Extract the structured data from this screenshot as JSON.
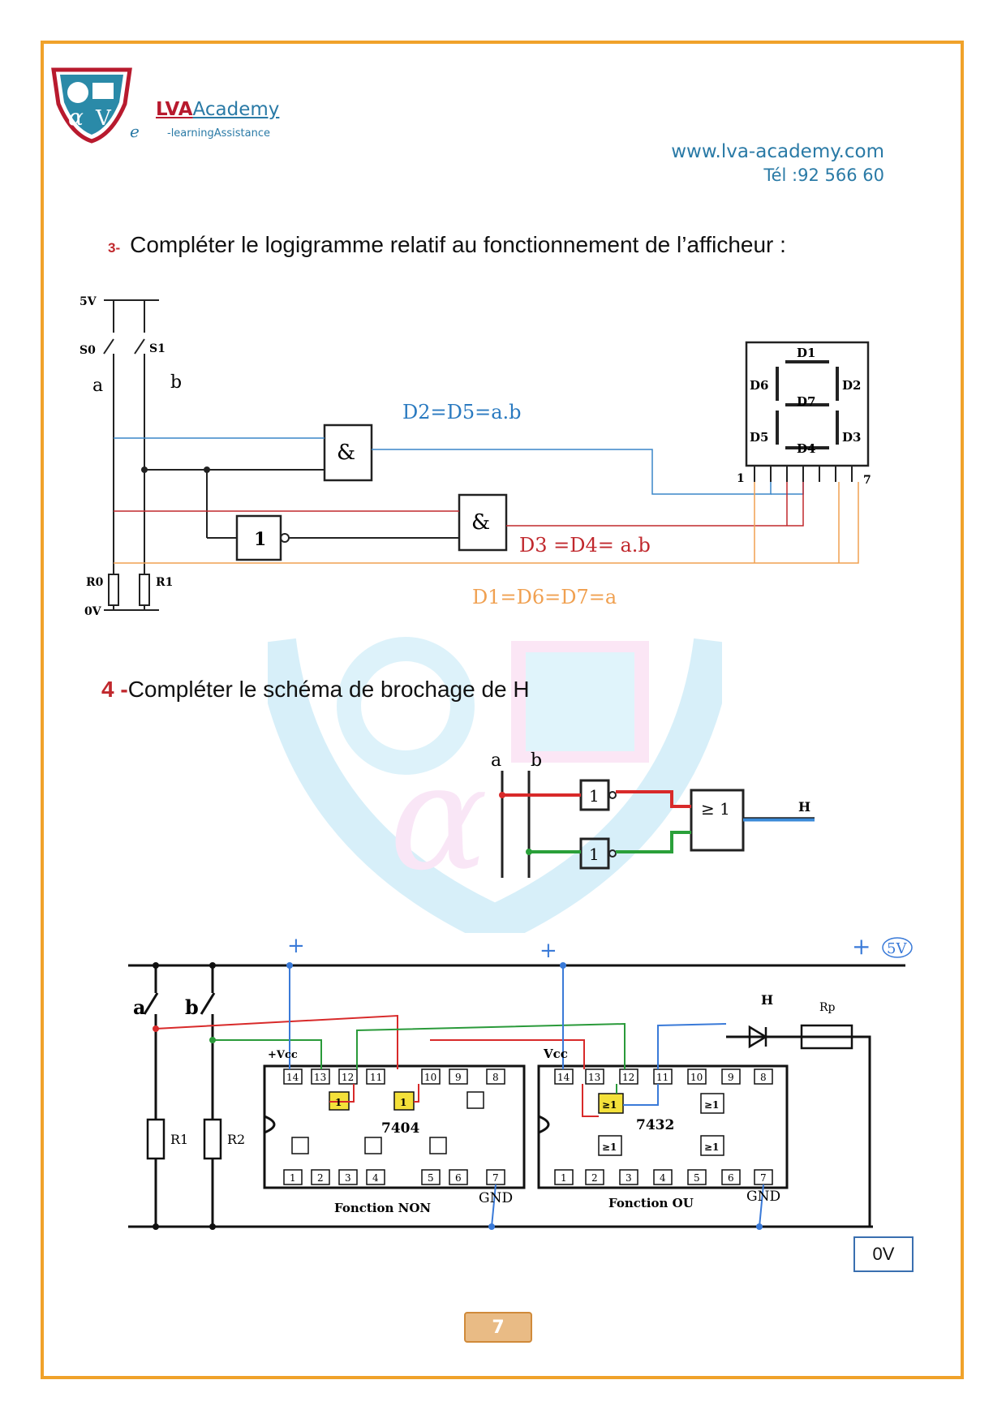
{
  "header": {
    "brand_lva": "LVA",
    "brand_academy": "Academy",
    "brand_e": "e",
    "tagline": "-learningAssistance",
    "website": "www.lva-academy.com",
    "phone": "Tél :92 566 60"
  },
  "question3": {
    "number": "3-",
    "text": "Compléter le logigramme relatif au fonctionnement de l’afficheur :"
  },
  "question4": {
    "number": "4 -",
    "text": "Compléter le schéma de brochage de H"
  },
  "logigramme": {
    "supply": "5V",
    "ground": "0V",
    "switch_s0": "S0",
    "switch_s1": "S1",
    "var_a": "a",
    "var_b": "b",
    "resistor_r0": "R0",
    "resistor_r1": "R1",
    "and_symbol": "&",
    "not_symbol": "1",
    "eq_d2_d5": "D2=D5=a.b",
    "eq_d3_d4": "D3 =D4= a.b",
    "eq_d1_d6_d7": "D1=D6=D7=a",
    "display_segments": [
      "D1",
      "D2",
      "D3",
      "D4",
      "D5",
      "D6",
      "D7"
    ],
    "pin_first": "1",
    "pin_last": "7"
  },
  "circuit_h": {
    "var_a": "a",
    "var_b": "b",
    "not_symbol": "1",
    "or_symbol": "≥ 1",
    "output": "H"
  },
  "wiring": {
    "switch_a": "a",
    "switch_b": "b",
    "r1": "R1",
    "r2": "R2",
    "plus": "+",
    "supply": "5V",
    "led_label": "H",
    "rp": "Rp",
    "vcc_left": "+Vcc",
    "vcc_right": "Vcc",
    "chip1": "7404",
    "chip1_caption": "Fonction NON",
    "chip2": "7432",
    "chip2_caption": "Fonction OU",
    "gnd": "GND",
    "gate_not": "1",
    "gate_or": "≥1",
    "pins_top": [
      "14",
      "13",
      "12",
      "11",
      "10",
      "9",
      "8"
    ],
    "pins_bottom": [
      "1",
      "2",
      "3",
      "4",
      "5",
      "6",
      "7"
    ]
  },
  "zero_volt_box": "0V",
  "page_number": "7",
  "colors": {
    "frame": "#f0a22a",
    "brand_blue": "#2a7aa6",
    "question_red": "#c0282d",
    "wire_blue": "#3a86c8",
    "wire_red": "#c0282d",
    "wire_orange": "#f0a050",
    "wire_green": "#2a9a3a",
    "gate_yellow": "#f4e13a"
  }
}
